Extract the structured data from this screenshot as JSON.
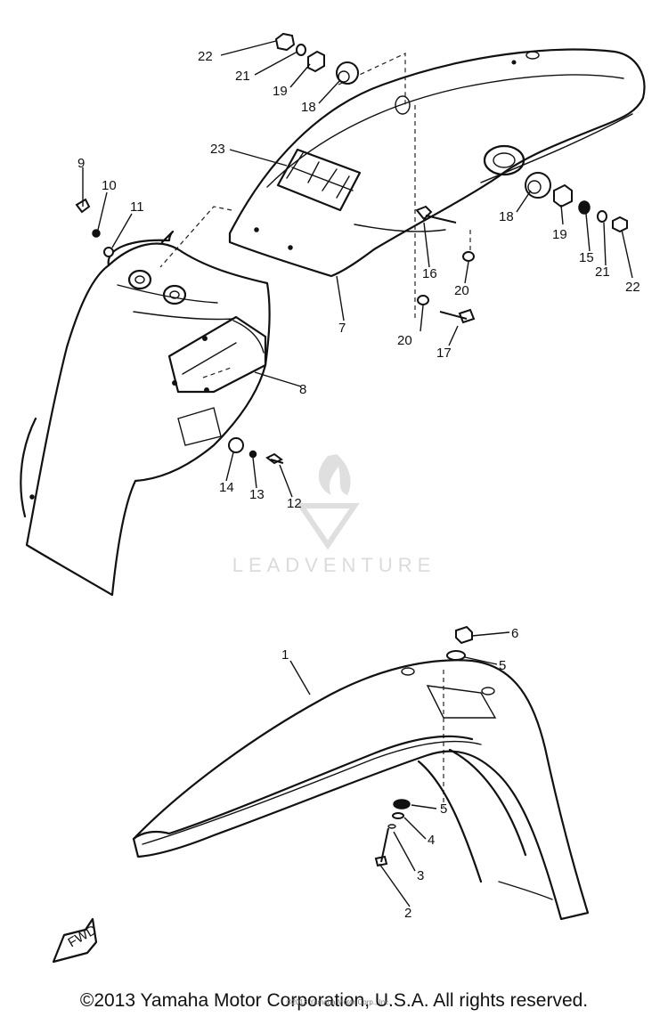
{
  "diagram": {
    "callouts": [
      {
        "id": "c22a",
        "label": "22"
      },
      {
        "id": "c21a",
        "label": "21"
      },
      {
        "id": "c19a",
        "label": "19"
      },
      {
        "id": "c18a",
        "label": "18"
      },
      {
        "id": "c23",
        "label": "23"
      },
      {
        "id": "c9",
        "label": "9"
      },
      {
        "id": "c10",
        "label": "10"
      },
      {
        "id": "c11",
        "label": "11"
      },
      {
        "id": "c18b",
        "label": "18"
      },
      {
        "id": "c19b",
        "label": "19"
      },
      {
        "id": "c15",
        "label": "15"
      },
      {
        "id": "c21b",
        "label": "21"
      },
      {
        "id": "c22b",
        "label": "22"
      },
      {
        "id": "c16",
        "label": "16"
      },
      {
        "id": "c20a",
        "label": "20"
      },
      {
        "id": "c7",
        "label": "7"
      },
      {
        "id": "c20b",
        "label": "20"
      },
      {
        "id": "c17",
        "label": "17"
      },
      {
        "id": "c8",
        "label": "8"
      },
      {
        "id": "c14",
        "label": "14"
      },
      {
        "id": "c13",
        "label": "13"
      },
      {
        "id": "c12",
        "label": "12"
      },
      {
        "id": "c6",
        "label": "6"
      },
      {
        "id": "c5a",
        "label": "5"
      },
      {
        "id": "c1",
        "label": "1"
      },
      {
        "id": "c5b",
        "label": "5"
      },
      {
        "id": "c4",
        "label": "4"
      },
      {
        "id": "c3",
        "label": "3"
      },
      {
        "id": "c2",
        "label": "2"
      }
    ],
    "fwd_mark": "FWD"
  },
  "watermark": {
    "text": "LEADVENTURE"
  },
  "footer": {
    "copyright": "©2013 Yamaha Motor Corporation, U.S.A. All rights reserved.",
    "overlay": "©2013 Yamaha Motor Corp., Inc."
  }
}
